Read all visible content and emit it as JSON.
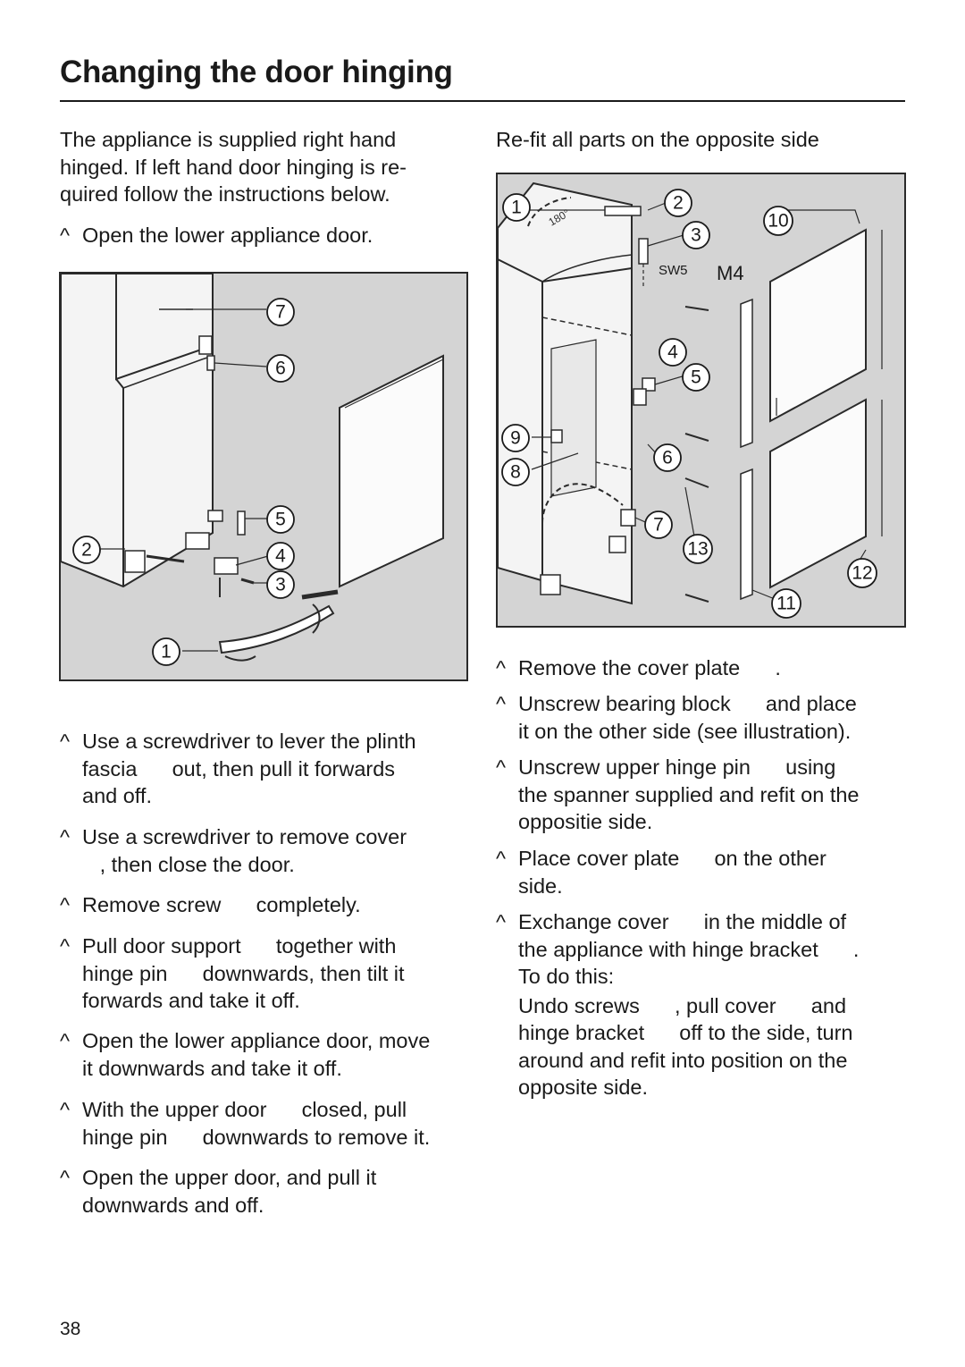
{
  "page": {
    "title": "Changing the door hinging",
    "page_number": "38"
  },
  "left": {
    "intro": [
      "The appliance is supplied right hand",
      "hinged. If left hand door hinging is re-",
      "quired follow the instructions below."
    ],
    "step_open": "Open the lower appliance door.",
    "figure_callouts": [
      "7",
      "6",
      "5",
      "2",
      "4",
      "3",
      "1"
    ],
    "steps": [
      [
        "Use a screwdriver to lever the plinth",
        "fascia      out, then pull it forwards",
        "and off."
      ],
      [
        "Use a screwdriver to remove cover",
        "   , then close the door."
      ],
      [
        "Remove screw      completely."
      ],
      [
        "Pull door support      together with",
        "hinge pin      downwards, then tilt it",
        "forwards and take it off."
      ],
      [
        "Open the lower appliance door, move",
        "it downwards and take it off."
      ],
      [
        "With the upper door      closed, pull",
        "hinge pin      downwards to remove it."
      ],
      [
        "Open the upper door, and pull it",
        "downwards and off."
      ]
    ]
  },
  "right": {
    "heading": "Re-fit all parts on the opposite side",
    "figure_callouts": [
      "1",
      "2",
      "3",
      "10",
      "4",
      "5",
      "9",
      "8",
      "6",
      "7",
      "13",
      "12",
      "11"
    ],
    "figure_labels": {
      "angle": "180°",
      "spanner": "SW5",
      "screw": "M4"
    },
    "steps": [
      [
        "Remove the cover plate      ."
      ],
      [
        "Unscrew bearing block      and place",
        "it on the other side (see illustration)."
      ],
      [
        "Unscrew upper hinge pin      using",
        "the spanner supplied and refit on the",
        "oppositie side."
      ],
      [
        "Place cover plate      on the other",
        "side."
      ],
      [
        "Exchange cover      in the middle of",
        "the appliance with hinge bracket      .",
        "To do this:",
        "Undo screws      , pull cover      and",
        "hinge bracket      off to the side, turn",
        "around and refit into position on the",
        "opposite side."
      ]
    ]
  },
  "step_marker": "^"
}
